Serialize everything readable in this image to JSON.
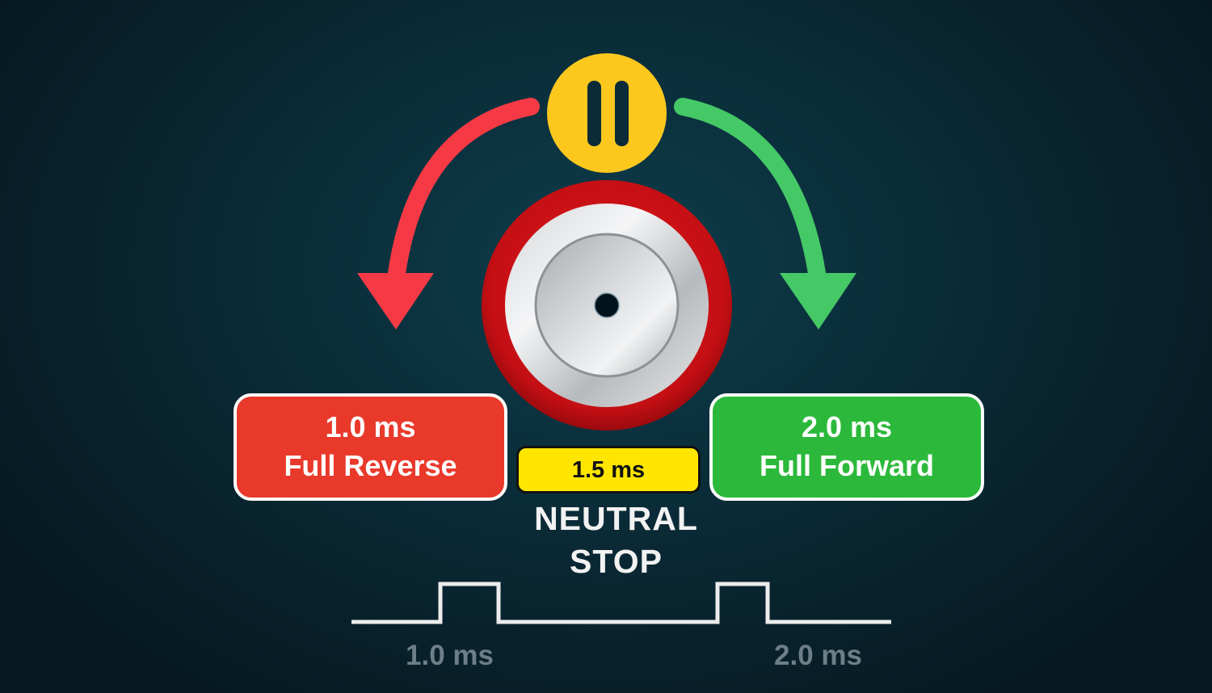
{
  "colors": {
    "reverse": "#e8392b",
    "forward": "#2cb93b",
    "neutral": "#ffe600",
    "pause": "#fcc81e",
    "arrow_red": "#f53a45",
    "arrow_green": "#45c866",
    "knob_ring": "#c80f14"
  },
  "icons": {
    "top": "pause-icon",
    "center": "knob-icon"
  },
  "reverse": {
    "value": "1.0 ms",
    "label": "Full Reverse"
  },
  "forward": {
    "value": "2.0 ms",
    "label": "Full Forward"
  },
  "neutral": {
    "value": "1.5 ms",
    "line1": "NEUTRAL",
    "line2": "STOP"
  },
  "waveform": {
    "left_label": "1.0 ms",
    "right_label": "2.0 ms"
  }
}
